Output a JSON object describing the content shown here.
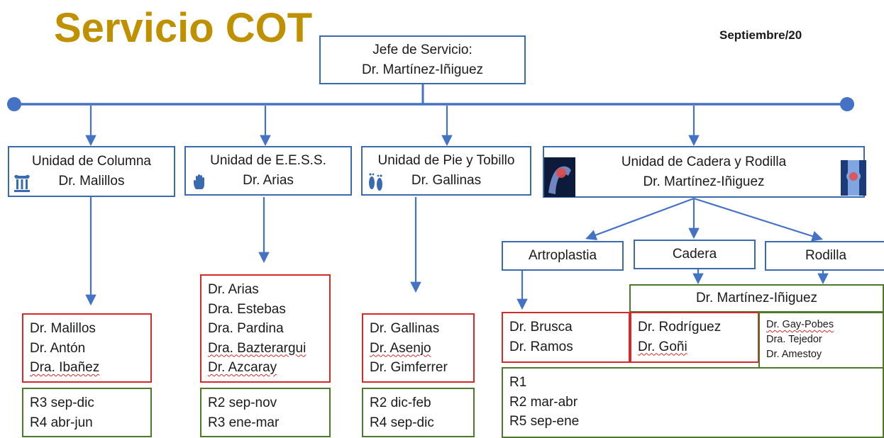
{
  "title": "Servicio COT",
  "date": "Septiembre/20",
  "chief": {
    "line1": "Jefe de Servicio:",
    "line2": "Dr. Martínez-Iñiguez"
  },
  "units": {
    "columna": {
      "title": "Unidad de Columna",
      "head": "Dr. Malillos",
      "icon": "column-icon"
    },
    "eess": {
      "title": "Unidad de E.E.S.S.",
      "head": "Dr. Arias",
      "icon": "hand-icon"
    },
    "pie": {
      "title": "Unidad de Pie y Tobillo",
      "head": "Dr. Gallinas",
      "icon": "feet-icon"
    },
    "cadera": {
      "title": "Unidad de Cadera y Rodilla",
      "head": "Dr. Martínez-Iñiguez",
      "icon_left": "hip-xray-icon",
      "icon_right": "knee-xray-icon"
    }
  },
  "subunits": {
    "artro": "Artroplastia",
    "cadera": "Cadera",
    "rodilla": "Rodilla",
    "joint_head": "Dr. Martínez-Iñiguez"
  },
  "staff": {
    "columna": [
      "Dr. Malillos",
      "Dr. Antón",
      "Dra. Ibañez"
    ],
    "eess": [
      "Dr. Arias",
      "Dra. Estebas",
      "Dra. Pardina",
      "Dra. Bazterargui",
      "Dr. Azcaray"
    ],
    "pie": [
      "Dr. Gallinas",
      "Dr. Asenjo",
      "Dr. Gimferrer"
    ],
    "artro": [
      "Dr. Brusca",
      "Dr. Ramos"
    ],
    "cadera": [
      "Dr. Rodríguez",
      "Dr. Goñi"
    ],
    "rodilla": [
      "Dr. Gay-Pobes",
      "Dra. Tejedor",
      "Dr. Amestoy"
    ]
  },
  "residents": {
    "columna": [
      "R3 sep-dic",
      "R4 abr-jun"
    ],
    "eess": [
      "R2 sep-nov",
      "R3 ene-mar"
    ],
    "pie": [
      "R2 dic-feb",
      "R4 sep-dic"
    ],
    "cadera": [
      "R1",
      "R2 mar-abr",
      "R5 sep-ene"
    ]
  },
  "colors": {
    "title": "#bf9000",
    "blue": "#3a6ab0",
    "red": "#d42a2a",
    "green": "#4d7a2a"
  }
}
